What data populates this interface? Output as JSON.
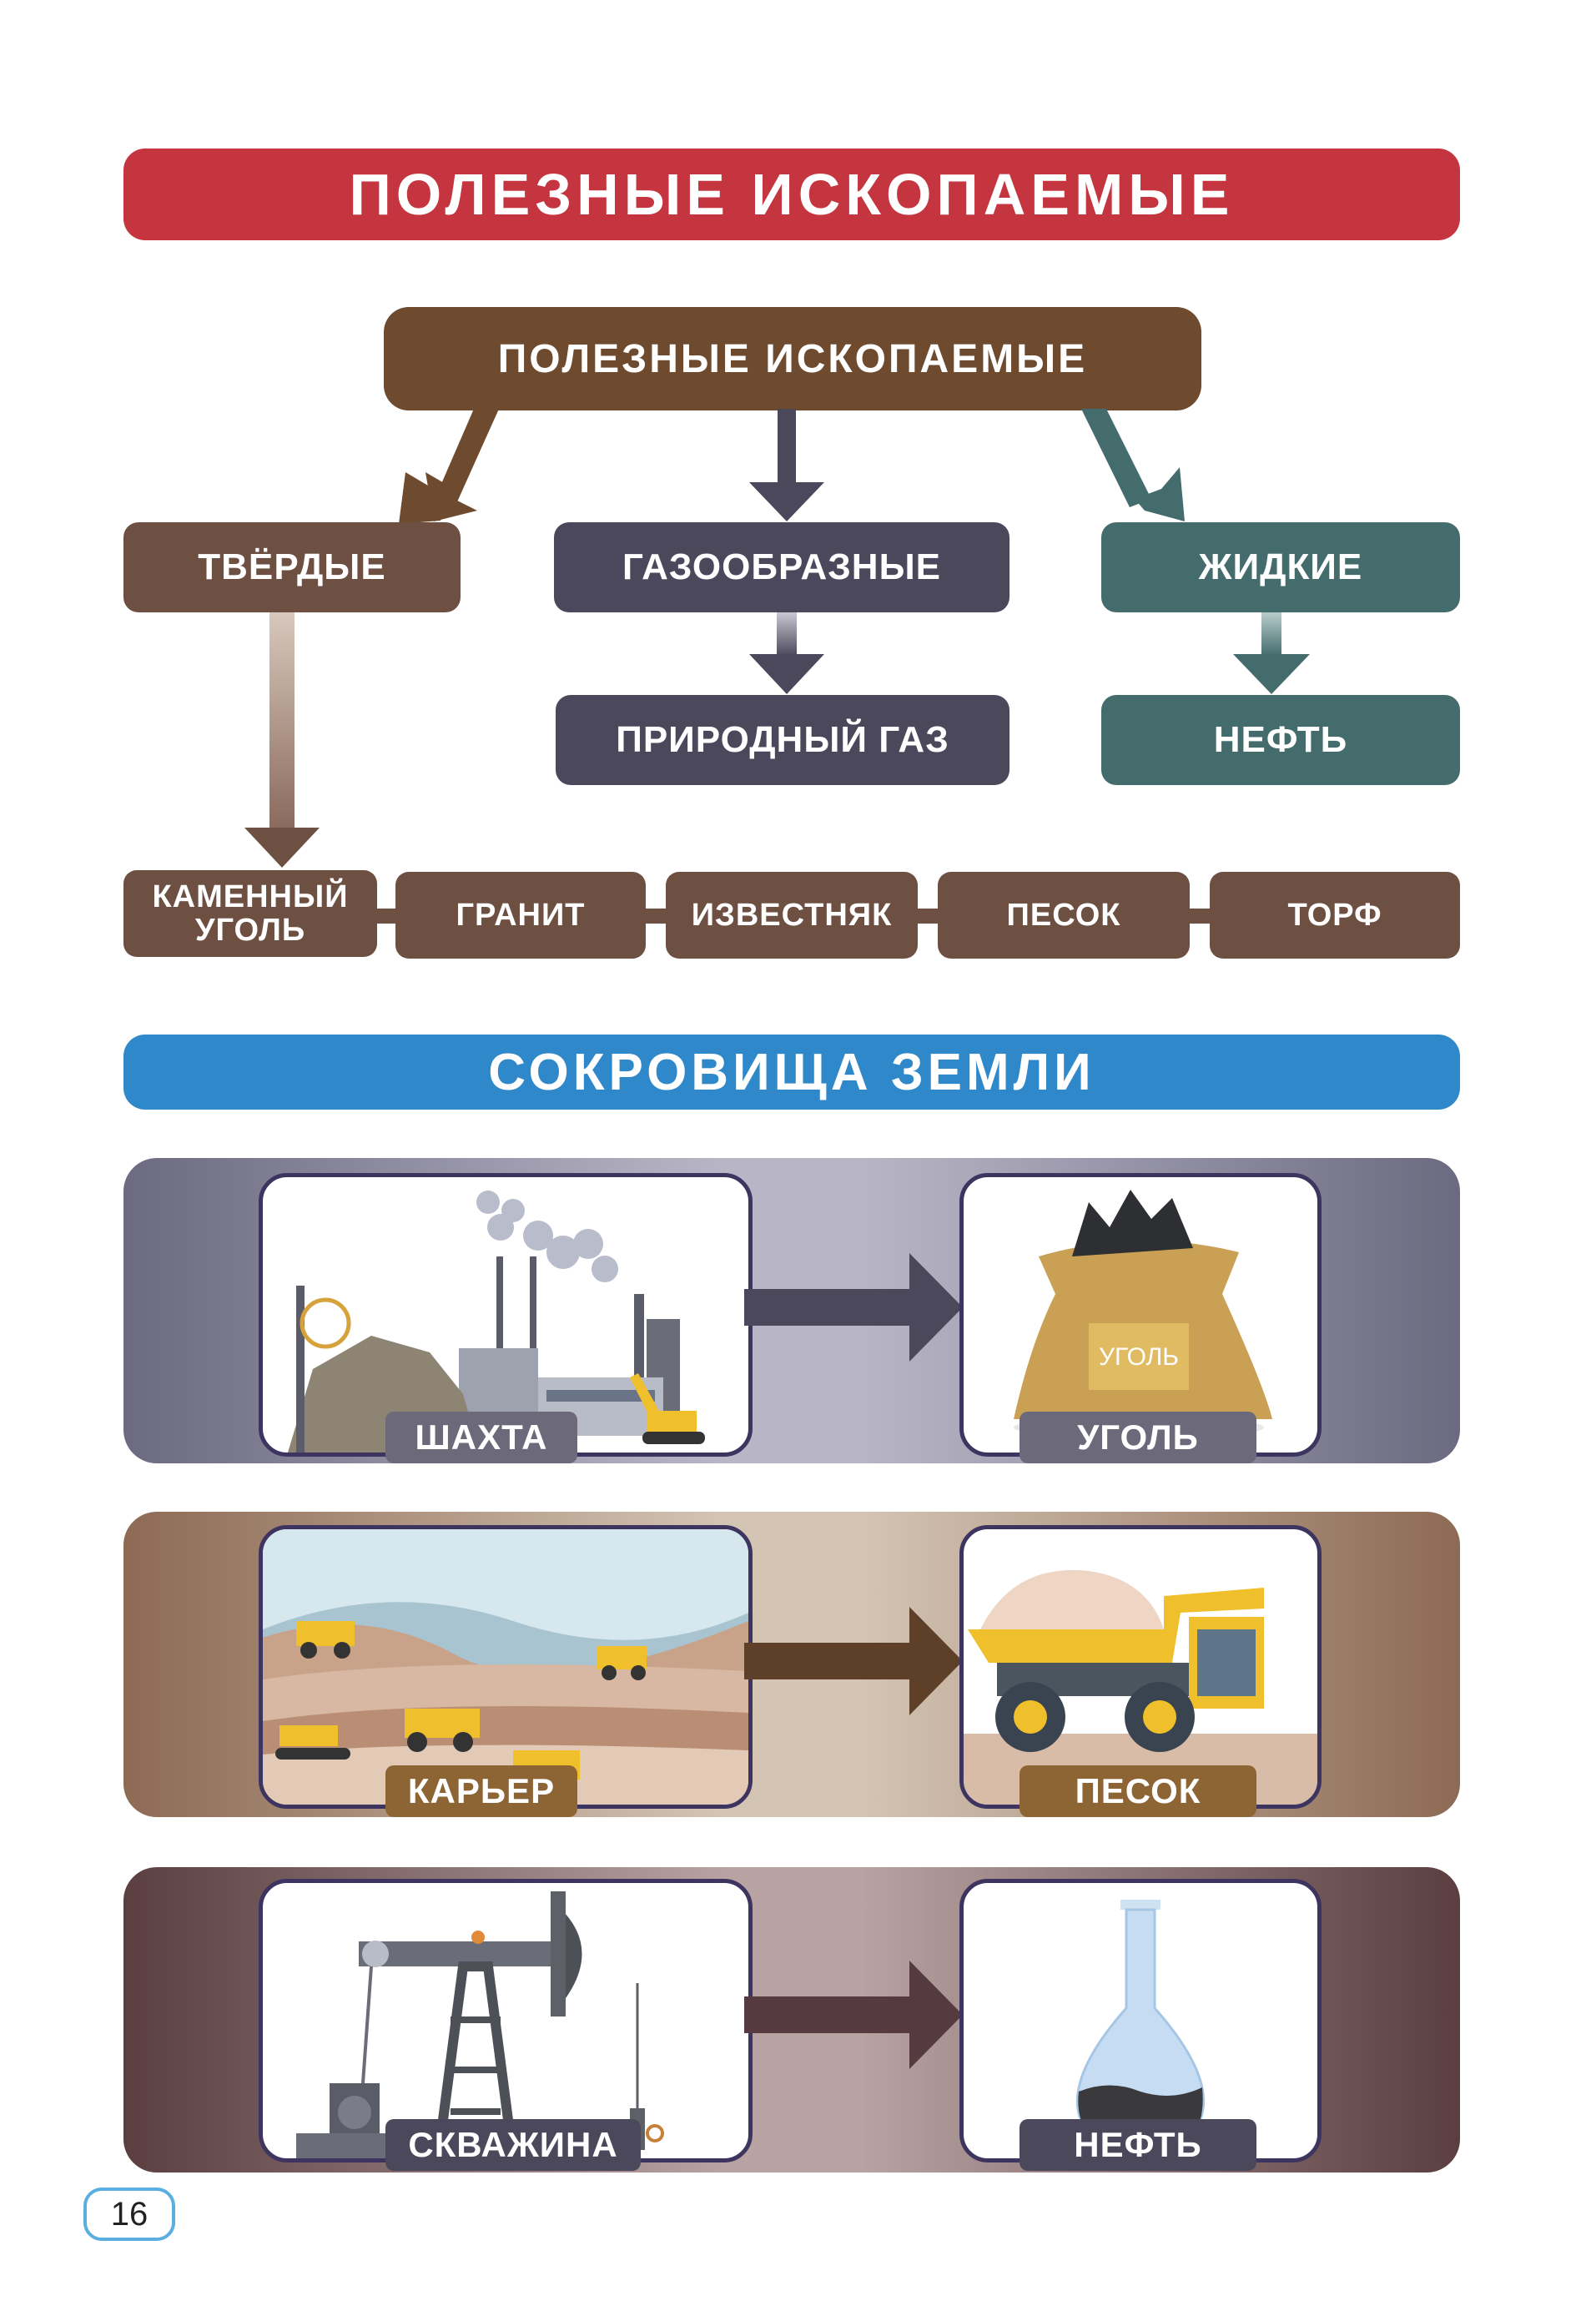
{
  "header": {
    "title": "ПОЛЕЗНЫЕ ИСКОПАЕМЫЕ"
  },
  "diagram": {
    "root": "ПОЛЕЗНЫЕ ИСКОПАЕМЫЕ",
    "categories": [
      {
        "label": "ТВЁРДЫЕ",
        "color": "#6e5042"
      },
      {
        "label": "ГАЗООБРАЗНЫЕ",
        "color": "#4b485b"
      },
      {
        "label": "ЖИДКИЕ",
        "color": "#446c6c"
      }
    ],
    "gas_example": "ПРИРОДНЫЙ ГАЗ",
    "liquid_example": "НЕФТЬ",
    "solid_examples": [
      {
        "line1": "КАМЕННЫЙ",
        "line2": "УГОЛЬ"
      },
      {
        "line1": "ГРАНИТ"
      },
      {
        "line1": "ИЗВЕСТНЯК"
      },
      {
        "line1": "ПЕСОК"
      },
      {
        "line1": "ТОРФ"
      }
    ],
    "colors": {
      "root": "#6e4a2f",
      "solid": "#6e5042",
      "gas": "#4b485b",
      "liquid": "#446c6c"
    }
  },
  "section2": {
    "title": "СОКРОВИЩА ЗЕМЛИ"
  },
  "rows": [
    {
      "source": "ШАХТА",
      "result": "УГОЛЬ",
      "bag_label": "УГОЛЬ"
    },
    {
      "source": "КАРЬЕР",
      "result": "ПЕСОК"
    },
    {
      "source": "СКВАЖИНА",
      "result": "НЕФТЬ"
    }
  ],
  "page_number": "16",
  "colors": {
    "header_red": "#c53540",
    "section_blue": "#2f88c9",
    "page_border": "#5aaee0"
  }
}
